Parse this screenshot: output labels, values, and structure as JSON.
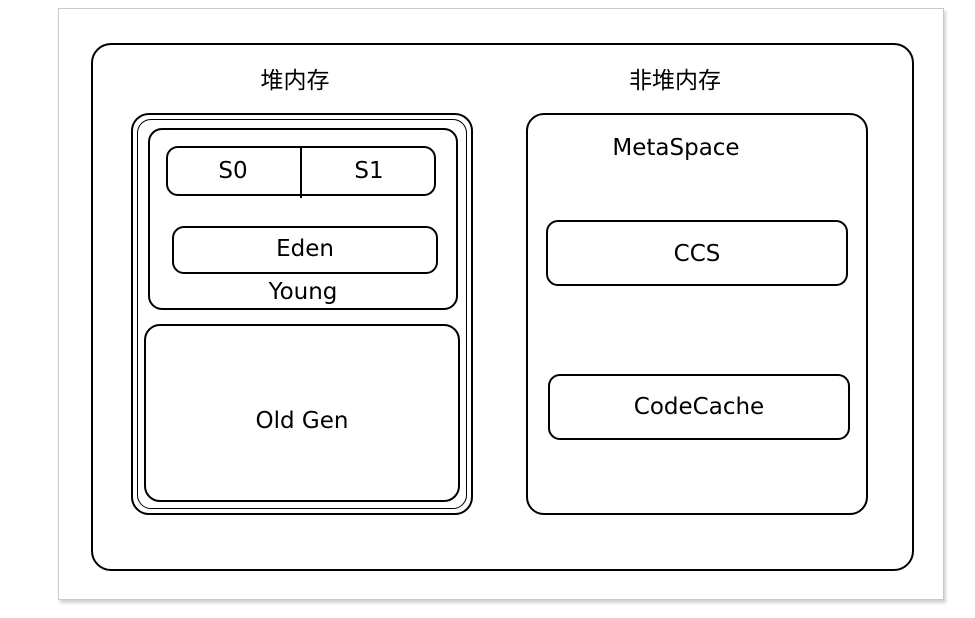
{
  "diagram": {
    "heap": {
      "title": "堆内存",
      "young": {
        "label": "Young",
        "s0": "S0",
        "s1": "S1",
        "eden": "Eden"
      },
      "old_gen": "Old Gen"
    },
    "non_heap": {
      "title": "非堆内存",
      "metaspace": "MetaSpace",
      "ccs": "CCS",
      "code_cache": "CodeCache"
    }
  }
}
